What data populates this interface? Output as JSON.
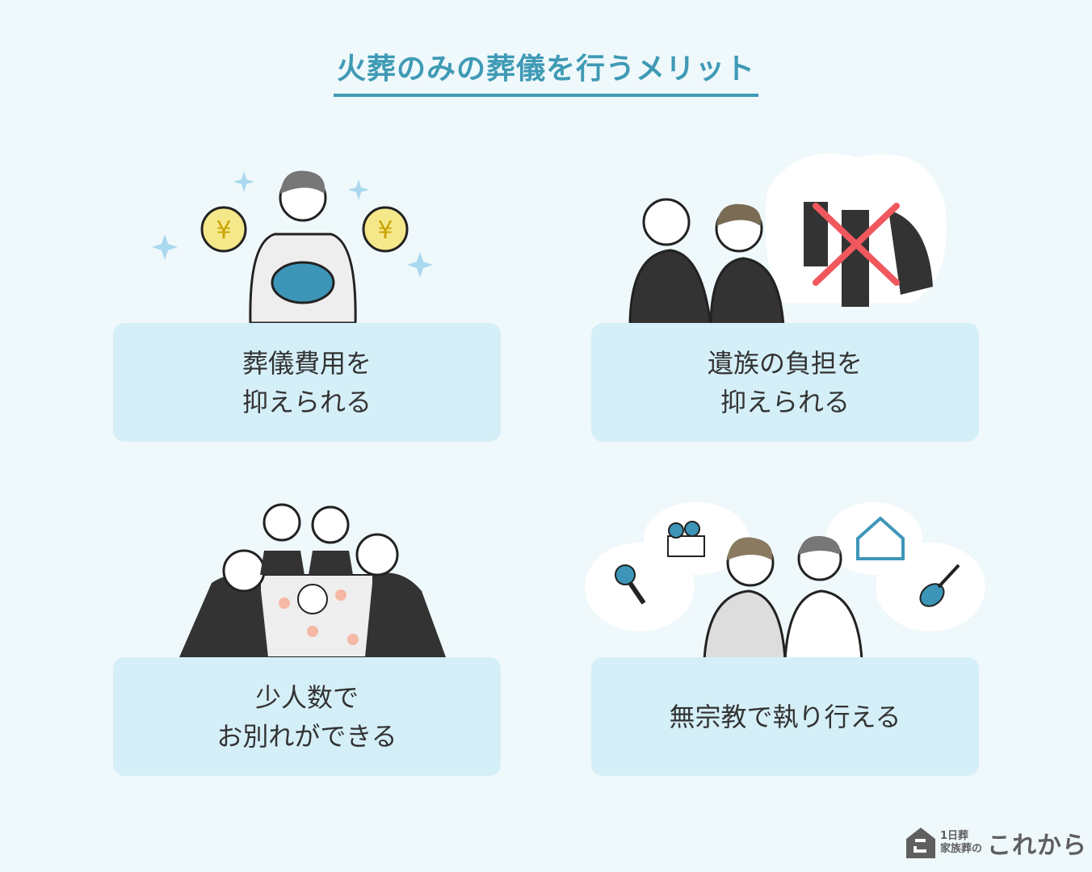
{
  "title": "火葬のみの葬儀を行うメリット",
  "cards": [
    {
      "line1": "葬儀費用を",
      "line2": "抑えられる"
    },
    {
      "line1": "遺族の負担を",
      "line2": "抑えられる"
    },
    {
      "line1": "少人数で",
      "line2": "お別れができる"
    },
    {
      "line1": "無宗教で執り行える"
    }
  ],
  "logo": {
    "line1": "1日葬",
    "line2": "家族葬の",
    "brand": "これから"
  },
  "colors": {
    "accent": "#3f9ab5",
    "card": "#d5eff8",
    "background": "#eff8fb",
    "cross": "#f0585e"
  }
}
